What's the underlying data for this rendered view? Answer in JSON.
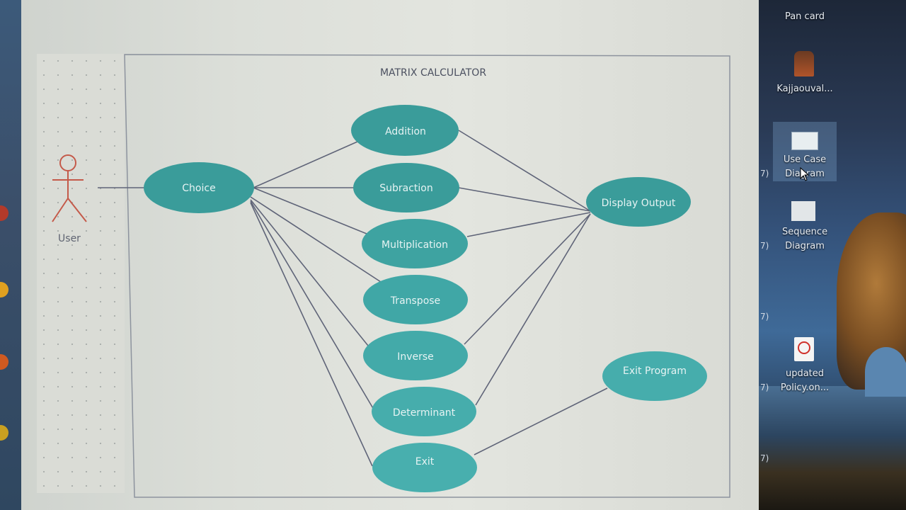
{
  "diagram": {
    "title": "MATRIX CALCULATOR",
    "actor": "User",
    "choice": "Choice",
    "operations": [
      "Addition",
      "Subraction",
      "Multiplication",
      "Transpose",
      "Inverse",
      "Determinant",
      "Exit"
    ],
    "display_output": "Display Output",
    "exit_program": "Exit Program"
  },
  "desktop": {
    "icons": [
      {
        "label_1": "Pan card",
        "label_2": ""
      },
      {
        "label_1": "Kajjaouval...",
        "label_2": ""
      },
      {
        "label_1": "Use Case",
        "label_2": "Diagram"
      },
      {
        "label_1": "Sequence",
        "label_2": "Diagram"
      },
      {
        "label_1": "updated",
        "label_2": "Policy.on..."
      }
    ]
  },
  "colors": {
    "use_case_fill": "#3a9c9a",
    "actor_stroke": "#c45a4a",
    "line": "#5f6478"
  }
}
